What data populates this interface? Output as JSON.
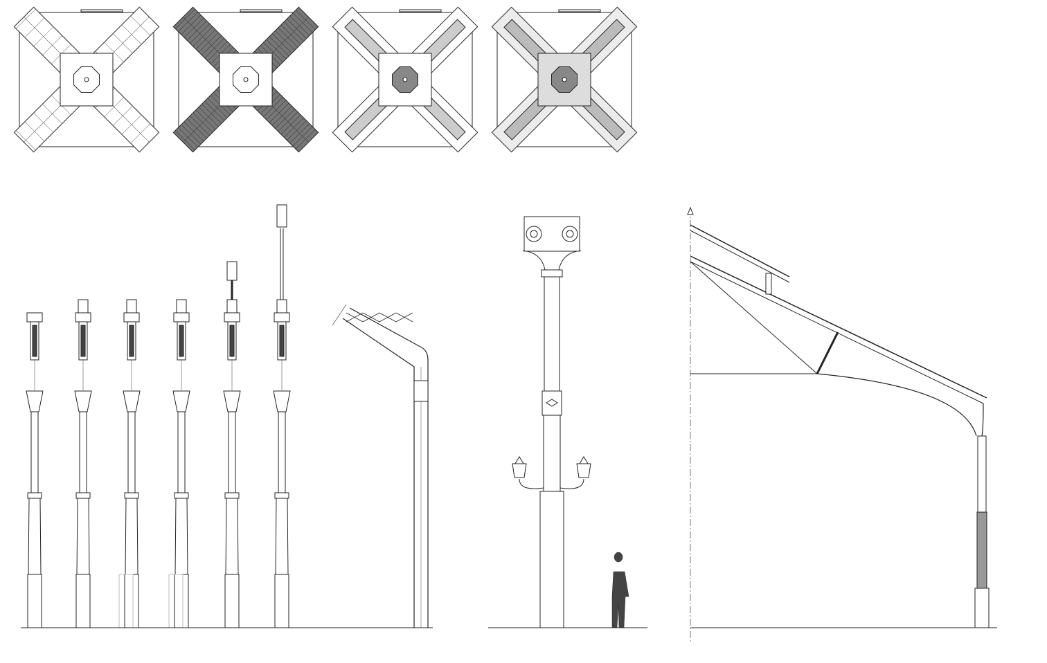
{
  "drawing": {
    "plans": [
      {
        "style": "light-hatch"
      },
      {
        "style": "dark-hatch"
      },
      {
        "style": "inner-bars"
      },
      {
        "style": "grey-fill"
      }
    ],
    "lamp_posts": [
      {
        "variant": "short"
      },
      {
        "variant": "standard"
      },
      {
        "variant": "standard-ghost"
      },
      {
        "variant": "standard-ghost"
      },
      {
        "variant": "tall-finial"
      },
      {
        "variant": "extra-tall-finial"
      }
    ],
    "colors": {
      "line": "#222222",
      "dark": "#555555",
      "grey": "#cfcfcf",
      "light": "#ececec"
    }
  }
}
